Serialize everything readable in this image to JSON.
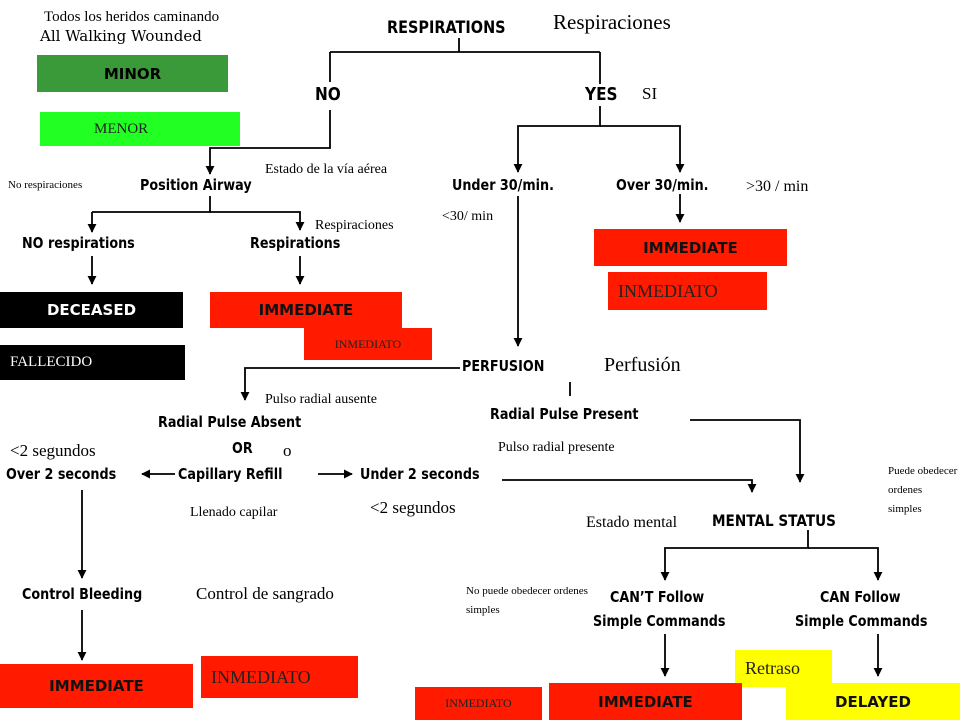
{
  "colors": {
    "green_dark": "#3a9a3a",
    "green_bright": "#22ff22",
    "red": "#ff1a00",
    "black": "#000000",
    "yellow": "#ffff00",
    "white": "#ffffff"
  },
  "top": {
    "walking_es": "Todos los heridos caminando",
    "walking_en": "All Walking Wounded",
    "minor_en": "MINOR",
    "minor_es": "MENOR",
    "respirations_en": "RESPIRATIONS",
    "respirations_es": "Respiraciones",
    "no": "NO",
    "yes": "YES",
    "si": "SI"
  },
  "airway": {
    "no_resp_es": "No respiraciones",
    "airway_es": "Estado de la vía aérea",
    "position_airway": "Position Airway",
    "respirations_es": "Respiraciones",
    "no_respirations": "NO respirations",
    "respirations": "Respirations",
    "deceased": "DECEASED",
    "fallecido": "FALLECIDO",
    "immediate": "IMMEDIATE",
    "inmediato": "INMEDIATO"
  },
  "rate": {
    "under_30": "Under 30/min.",
    "over_30": "Over 30/min.",
    "over_30_es": ">30 / min",
    "under_30_es": "<30/ min",
    "immediate": "IMMEDIATE",
    "inmediato": "INMEDIATO"
  },
  "perfusion": {
    "title": "PERFUSION",
    "title_es": "Perfusión",
    "absent_es": "Pulso radial ausente",
    "absent": "Radial Pulse Absent",
    "or": "OR",
    "o": "o",
    "cap_refill": "Capillary Refill",
    "cap_refill_es": "Llenado capilar",
    "over_2": "Over 2 seconds",
    "over_2_es": "<2 segundos",
    "under_2": "Under 2 seconds",
    "under_2_es": "<2 segundos",
    "present": "Radial Pulse Present",
    "present_es": "Pulso radial presente",
    "control_bleeding": "Control Bleeding",
    "control_bleeding_es": "Control de sangrado",
    "immediate": "IMMEDIATE",
    "inmediato": "INMEDIATO"
  },
  "mental": {
    "title": "MENTAL STATUS",
    "title_es": "Estado mental",
    "can_es": "Puede obedecer ordenes simples",
    "cant_es": "No puede obedecer ordenes simples",
    "cant_line1": "CAN’T Follow",
    "cant_line2": "Simple Commands",
    "can_line1": "CAN Follow",
    "can_line2": "Simple Commands",
    "immediate": "IMMEDIATE",
    "inmediato": "INMEDIATO",
    "delayed": "DELAYED",
    "retraso": "Retraso"
  }
}
